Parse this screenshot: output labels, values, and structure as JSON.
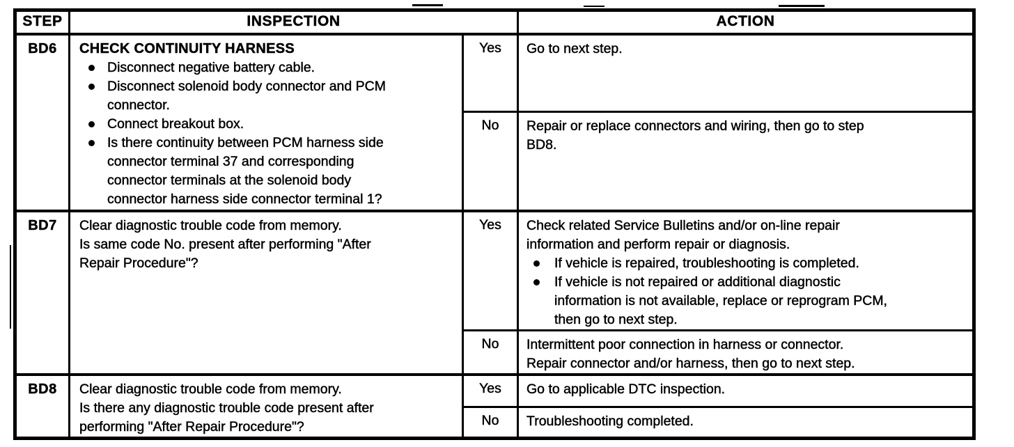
{
  "colors": {
    "ink": "#000000",
    "paper": "#ffffff"
  },
  "table": {
    "headers": {
      "step": "STEP",
      "inspection": "INSPECTION",
      "action": "ACTION"
    },
    "rows": [
      {
        "step": "BD6",
        "inspection": {
          "title": "CHECK CONTINUITY HARNESS",
          "bullets": [
            {
              "lines": [
                "Disconnect negative battery cable."
              ]
            },
            {
              "lines": [
                "Disconnect solenoid body connector and PCM",
                "connector."
              ]
            },
            {
              "lines": [
                "Connect breakout box."
              ]
            },
            {
              "lines": [
                "Is there continuity between PCM harness side",
                "connector terminal 37 and corresponding",
                "connector terminals at the solenoid body",
                "connector harness side connector terminal 1?"
              ]
            }
          ]
        },
        "yes": {
          "label": "Yes",
          "lines": [
            "Go to next step."
          ]
        },
        "no": {
          "label": "No",
          "lines": [
            "Repair or replace connectors and wiring, then go to step",
            "BD8."
          ]
        }
      },
      {
        "step": "BD7",
        "inspection": {
          "lines": [
            "Clear diagnostic trouble code from memory.",
            "Is same code No. present after performing \"After",
            "Repair Procedure\"?"
          ]
        },
        "yes": {
          "label": "Yes",
          "lines": [
            "Check related Service Bulletins and/or on-line repair",
            "information and perform repair or diagnosis."
          ],
          "bullets": [
            {
              "lines": [
                "If vehicle is repaired, troubleshooting is completed."
              ]
            },
            {
              "lines": [
                "If vehicle is not repaired or additional diagnostic",
                "information is not available, replace or reprogram PCM,",
                "then go to next step."
              ]
            }
          ]
        },
        "no": {
          "label": "No",
          "lines": [
            "Intermittent poor connection in harness or connector.",
            "Repair connector and/or harness, then go to next step."
          ]
        }
      },
      {
        "step": "BD8",
        "inspection": {
          "lines": [
            "Clear diagnostic trouble code from memory.",
            "Is there any diagnostic trouble code present after",
            "performing \"After Repair Procedure\"?"
          ]
        },
        "yes": {
          "label": "Yes",
          "lines": [
            "Go to applicable DTC inspection."
          ]
        },
        "no": {
          "label": "No",
          "lines": [
            "Troubleshooting completed."
          ]
        }
      }
    ]
  }
}
